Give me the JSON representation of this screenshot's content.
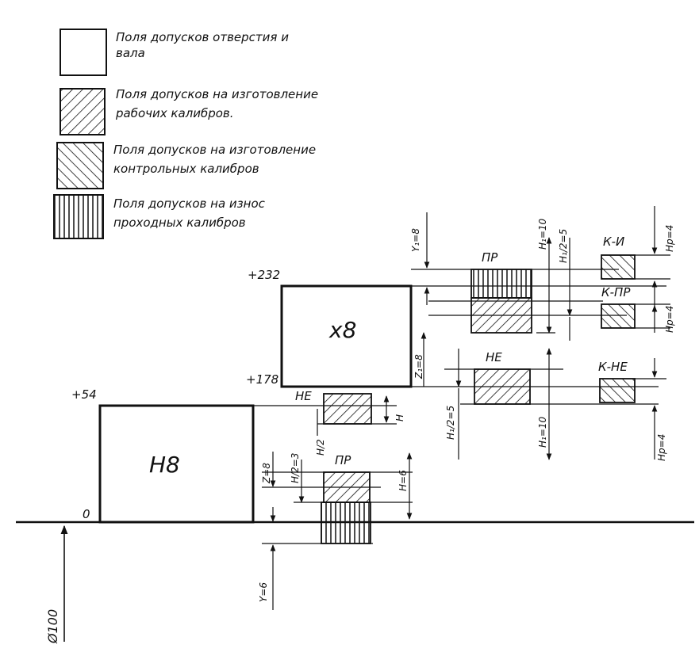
{
  "legend": {
    "items": [
      {
        "pattern": "blank",
        "line1": "Поля допусков отверстия и",
        "line2": "вала"
      },
      {
        "pattern": "hatch-fwd",
        "line1": "Поля допусков на изготовление",
        "line2": "рабочих калибров."
      },
      {
        "pattern": "hatch-back",
        "line1": "Поля допусков на изготовление",
        "line2": "контрольных калибров"
      },
      {
        "pattern": "vertical",
        "line1": "Поля допусков на износ",
        "line2": "проходных калибров"
      }
    ]
  },
  "hole_field": {
    "label": "H8",
    "upper": "+54",
    "lower": "0"
  },
  "shaft_field": {
    "label": "x8",
    "upper": "+232",
    "lower": "+178"
  },
  "nominal": "Ø100",
  "hole_gauges": {
    "ne_label": "НЕ",
    "pr_label": "ПР",
    "dims": {
      "h": "H",
      "h2": "H/2",
      "h2_3": "H/2=3",
      "z8": "Z=8",
      "h6": "H=6",
      "y6": "Y=6"
    }
  },
  "shaft_gauges": {
    "pr_label": "ПР",
    "ne_label": "НЕ",
    "k_i": "К-И",
    "k_pr": "К-ПР",
    "k_ne": "К-НЕ",
    "dims": {
      "y1": "Y₁=8",
      "h1_10": "H₁=10",
      "h1_2_5": "H₁/2=5",
      "z1": "Z₁=8",
      "h1_2_5_ne": "H₁/2=5",
      "h1_10_ne": "H₁=10",
      "hp_top": "Hp=4",
      "hp_mid": "Hp=4",
      "hp_ne": "Hp=4"
    }
  }
}
